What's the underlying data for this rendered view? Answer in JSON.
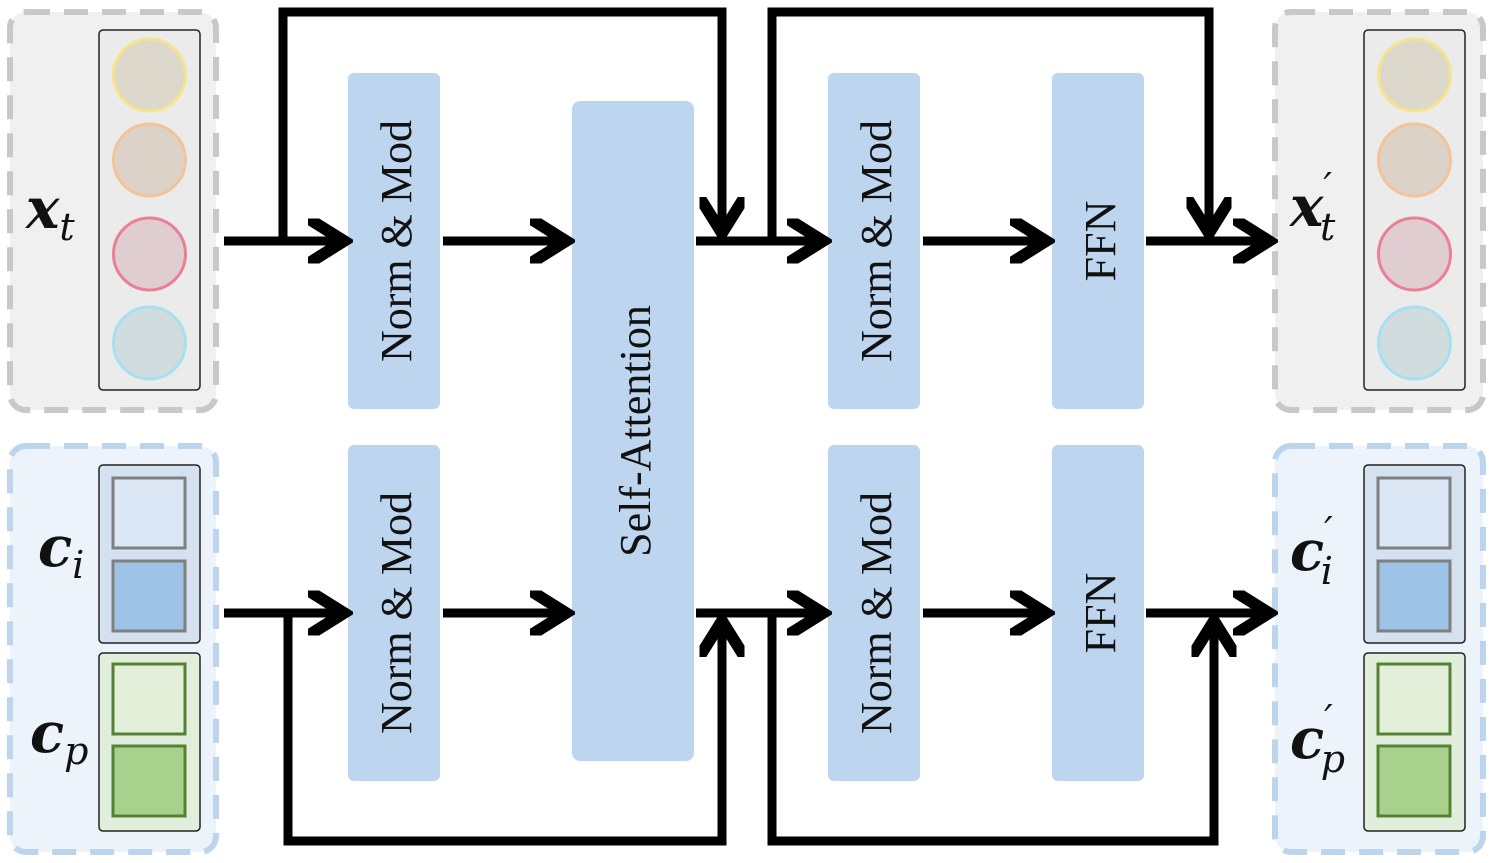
{
  "blocks": {
    "norm_mod_label": "Norm & Mod",
    "self_attention_label": "Self-Attention",
    "ffn_label": "FFN"
  },
  "inputs": {
    "x_t": {
      "base": "x",
      "sub": "t"
    },
    "c_i": {
      "base": "c",
      "sub": "i"
    },
    "c_p": {
      "base": "c",
      "sub": "p"
    }
  },
  "outputs": {
    "x_t_prime": {
      "base": "x",
      "sub": "t",
      "prime": "′"
    },
    "c_i_prime": {
      "base": "c",
      "sub": "i",
      "prime": "′"
    },
    "c_p_prime": {
      "base": "c",
      "sub": "p",
      "prime": "′"
    }
  },
  "colors": {
    "block_fill": "#bdd5ee",
    "text_group_fill": "#f0f0f0",
    "text_group_border": "#c8c8c8",
    "cond_group_fill": "#ecf3fa",
    "cond_group_border": "#bcd5ec",
    "token_yellow": "#f5e48a",
    "token_orange": "#f3c39a",
    "token_pink": "#ea7f95",
    "token_cyan": "#a6e1ee",
    "token_fill": "#dcd9d2",
    "image_token_light": "#dbe7f4",
    "image_token_dark": "#9dc3e6",
    "prompt_token_light": "#e3efd9",
    "prompt_token_dark": "#a9d18e",
    "prompt_token_border": "#548235",
    "arrow": "#000000"
  }
}
